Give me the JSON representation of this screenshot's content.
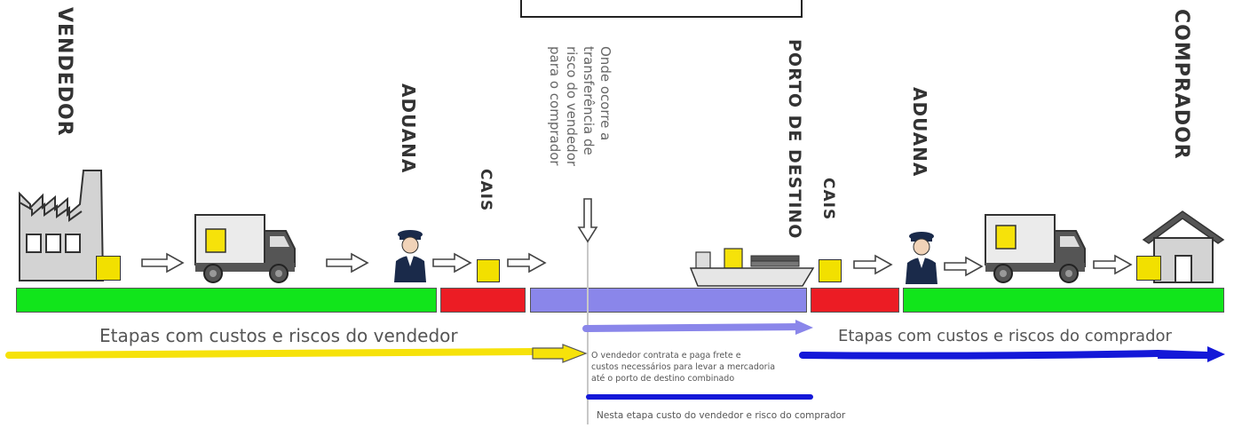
{
  "labels": {
    "vendedor": "VENDEDOR",
    "aduana_left": "ADUANA",
    "cais_left": "CAIS",
    "transfer_note": "Onde ocorre a\ntransferência de\nrisco do vendedor\npara o comprador",
    "porto": "PORTO DE DESTINO",
    "cais_right": "CAIS",
    "aduana_right": "ADUANA",
    "comprador": "COMPRADOR"
  },
  "captions": {
    "seller_stages": "Etapas com custos e riscos do vendedor",
    "buyer_stages": "Etapas com custos e riscos do comprador",
    "freight_note": "O vendedor contrata e paga frete e\ncustos necessários para levar a mercadoria\naté o porto de destino combinado",
    "risk_note": "Nesta etapa custo do vendedor e risco do comprador"
  },
  "colors": {
    "green": "#11e51b",
    "red": "#ec1c24",
    "purple": "#8a86ea",
    "yellow": "#f6e20a",
    "blue": "#1418d8"
  },
  "icons": [
    "factory-icon",
    "truck-icon",
    "customs-officer-icon",
    "crate-icon",
    "ship-icon",
    "house-icon",
    "flow-arrow-icon",
    "down-arrow-icon"
  ]
}
